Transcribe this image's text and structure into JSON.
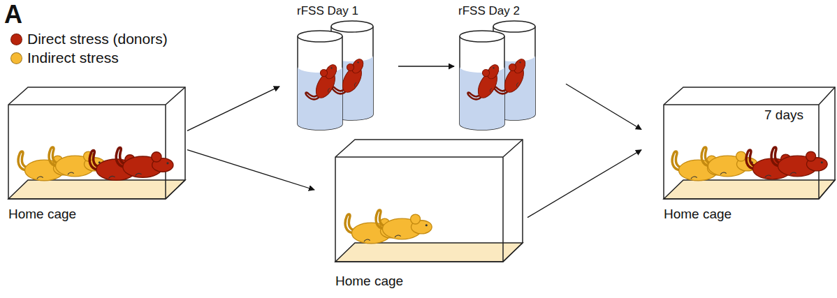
{
  "diagram": {
    "nodes": [
      {
        "text": [
          "Home cage"
        ]
      },
      {
        "text": [
          "rFSS Day 1"
        ]
      },
      {
        "text": [
          "rFSS Day 2"
        ]
      },
      {
        "text": [
          "Home cage"
        ]
      },
      {
        "text": [
          "7 days",
          "Home cage"
        ]
      }
    ],
    "edges": [
      {
        "from": 0,
        "to": 1,
        "arrow": "to"
      },
      {
        "from": 1,
        "to": 2,
        "arrow": "to"
      },
      {
        "from": 2,
        "to": 4,
        "arrow": "to"
      },
      {
        "from": 0,
        "to": 3,
        "arrow": "to"
      },
      {
        "from": 3,
        "to": 4,
        "arrow": "to"
      }
    ],
    "labels": [
      "A"
    ],
    "legend": [
      {
        "text": "Direct stress (donors)",
        "color": "#b8240c"
      },
      {
        "text": "Indirect stress",
        "color": "#f6b933"
      }
    ]
  }
}
